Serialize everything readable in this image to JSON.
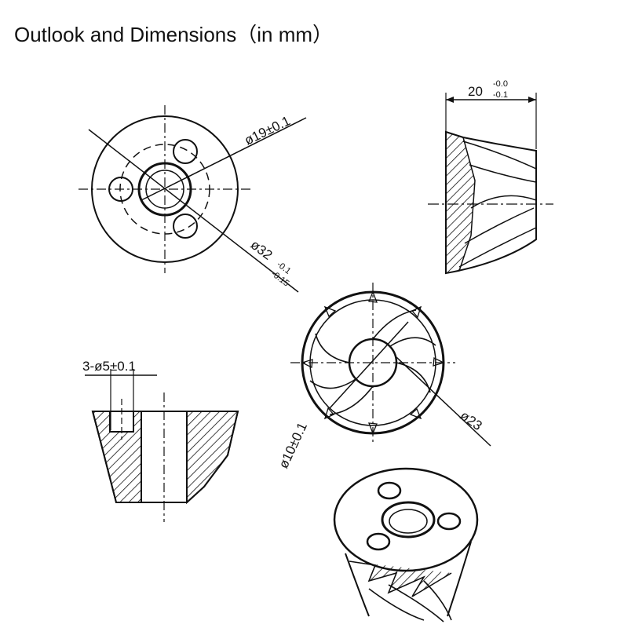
{
  "title": "Outlook and Dimensions（in mm）",
  "top_view": {
    "dia_main": "ø19±0.1",
    "dia_outer": "ø32",
    "dia_outer_tol_upper": "-0.1",
    "dia_outer_tol_lower": "-0.15"
  },
  "side_view": {
    "width": "20",
    "width_tol_upper": "-0.0",
    "width_tol_lower": "-0.1"
  },
  "section_view": {
    "holes": "3-ø5±0.1"
  },
  "bottom_view": {
    "dia_bore": "ø10±0.1",
    "dia_outer": "ø23"
  }
}
